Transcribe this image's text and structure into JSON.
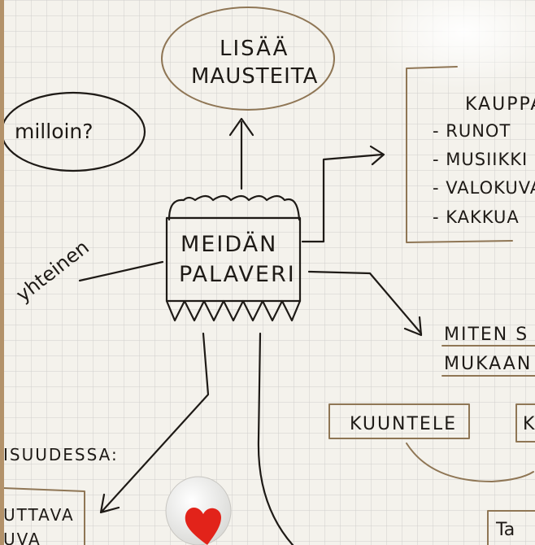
{
  "mind_map": {
    "bubble_top": {
      "line1": "LISÄÄ",
      "line2": "MAUSTEITA"
    },
    "bubble_left": "milloin?",
    "side_word": "yhteinen",
    "center": {
      "line1": "MEIDÄN",
      "line2": "PALAVERI"
    },
    "right_list": {
      "header": "KAUPPA",
      "items": [
        "- RUNOT",
        "- MUSIIKKI",
        "- VALOKUVA",
        "- KAKKUA"
      ]
    },
    "right_question": {
      "line1": "MITEN S",
      "line2": "MUKAAN"
    },
    "box_kuuntele": "KUUNTELE",
    "box_k_partial": "K",
    "bottom_left": {
      "header": "ISUUDESSA:",
      "line1": "UTTAVA",
      "line2": "UVA"
    },
    "bottom_right_partial": "Ta"
  },
  "colors": {
    "paper": "#f4f2ec",
    "grid": "#cfcfcc",
    "ink": "#1e1a16",
    "brown_ink": "#8f7655",
    "heart_red": "#e2231a"
  }
}
